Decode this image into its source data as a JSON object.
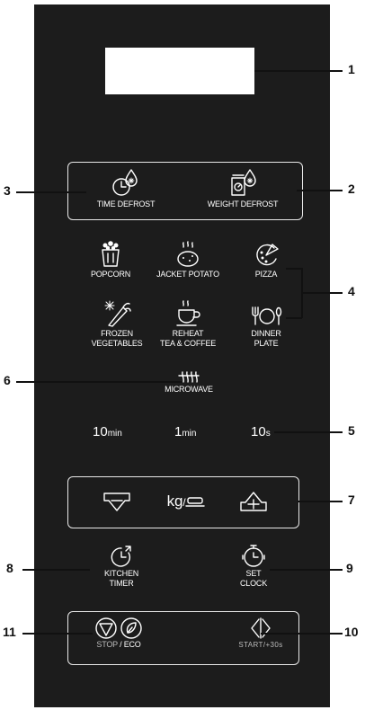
{
  "buttons": {
    "time_defrost": "TIME DEFROST",
    "weight_defrost": "WEIGHT DEFROST",
    "popcorn": "POPCORN",
    "jacket_potato": "JACKET POTATO",
    "pizza": "PIZZA",
    "frozen_vegetables_1": "FROZEN",
    "frozen_vegetables_2": "VEGETABLES",
    "reheat_1": "REHEAT",
    "reheat_2": "TEA & COFFEE",
    "dinner_plate_1": "DINNER",
    "dinner_plate_2": "PLATE",
    "microwave": "MICROWAVE",
    "kitchen_timer_1": "KITCHEN",
    "kitchen_timer_2": "TIMER",
    "set_clock_1": "SET",
    "set_clock_2": "CLOCK",
    "stop": "STOP",
    "eco": "ECO",
    "start": "START/+30s",
    "kg": "kg",
    "slash": "/"
  },
  "time_keys": [
    {
      "value": "10",
      "unit": "min"
    },
    {
      "value": "1",
      "unit": "min"
    },
    {
      "value": "10",
      "unit": "s"
    }
  ],
  "callouts": [
    "1",
    "2",
    "3",
    "4",
    "5",
    "6",
    "7",
    "8",
    "9",
    "10",
    "11"
  ]
}
